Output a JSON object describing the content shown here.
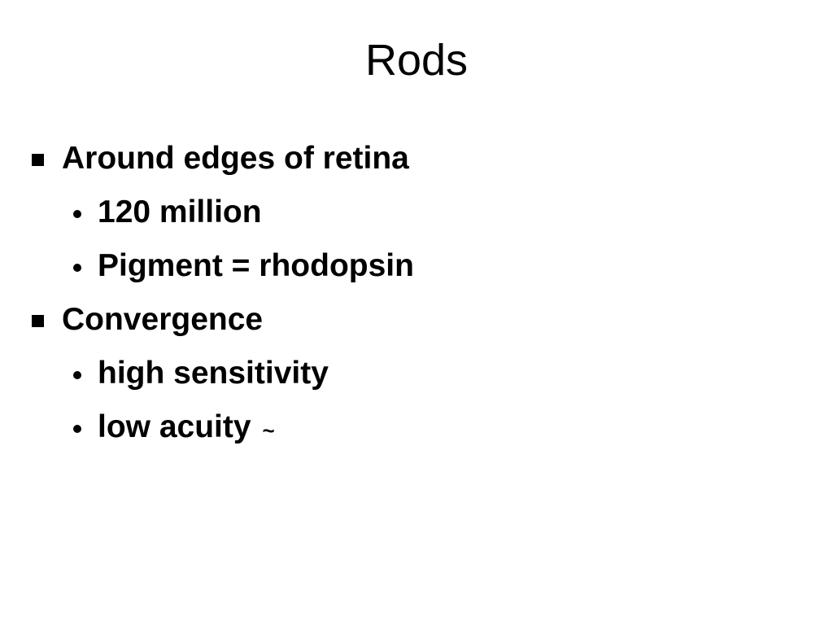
{
  "slide": {
    "title": "Rods",
    "bullets": [
      {
        "text": "Around edges of retina",
        "sub": [
          {
            "text": "120 million"
          },
          {
            "text": "Pigment = rhodopsin"
          }
        ]
      },
      {
        "text": "Convergence",
        "sub": [
          {
            "text": "high sensitivity"
          },
          {
            "text": "low acuity",
            "suffix": "~"
          }
        ]
      }
    ]
  }
}
